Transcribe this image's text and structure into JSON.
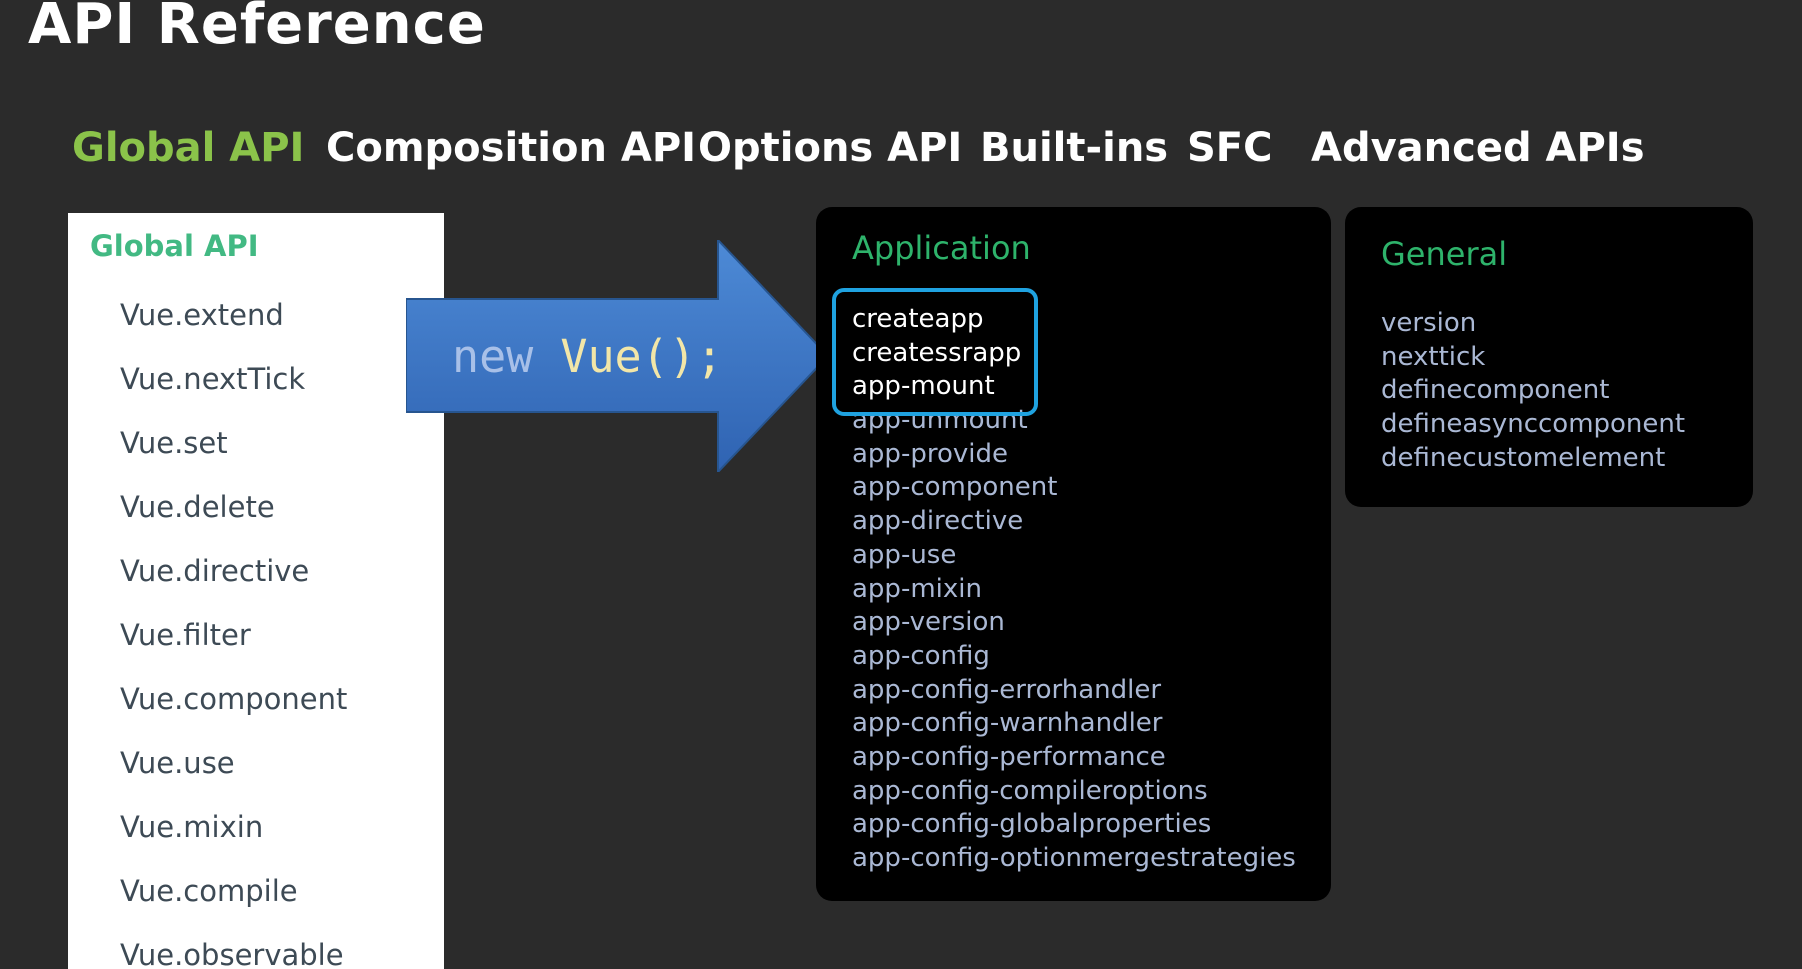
{
  "page": {
    "title": "API Reference"
  },
  "nav": {
    "tabs": [
      {
        "label": "Global API",
        "active": true
      },
      {
        "label": "Composition API",
        "active": false
      },
      {
        "label": "Options API",
        "active": false
      },
      {
        "label": "Built-ins",
        "active": false
      },
      {
        "label": "SFC",
        "active": false
      },
      {
        "label": "Advanced APIs",
        "active": false
      }
    ]
  },
  "sidebar": {
    "heading": "Global API",
    "items": [
      "Vue.extend",
      "Vue.nextTick",
      "Vue.set",
      "Vue.delete",
      "Vue.directive",
      "Vue.filter",
      "Vue.component",
      "Vue.use",
      "Vue.mixin",
      "Vue.compile",
      "Vue.observable"
    ]
  },
  "arrow": {
    "keyword": "new",
    "call": "Vue();"
  },
  "application": {
    "heading": "Application",
    "items": [
      "createapp",
      "createssrapp",
      "app-mount",
      "app-unmount",
      "app-provide",
      "app-component",
      "app-directive",
      "app-use",
      "app-mixin",
      "app-version",
      "app-config",
      "app-config-errorhandler",
      "app-config-warnhandler",
      "app-config-performance",
      "app-config-compileroptions",
      "app-config-globalproperties",
      "app-config-optionmergestrategies"
    ]
  },
  "general": {
    "heading": "General",
    "items": [
      "version",
      "nexttick",
      "definecomponent",
      "defineasynccomponent",
      "definecustomelement"
    ]
  },
  "colors": {
    "background": "#2b2b2b",
    "active_tab": "#8bc34a",
    "sidebar_heading": "#42b983",
    "panel_heading": "#2eb36b",
    "panel_link": "#aab8d4",
    "highlight_border": "#1fa2e0",
    "arrow_fill": "#3f78c8"
  }
}
